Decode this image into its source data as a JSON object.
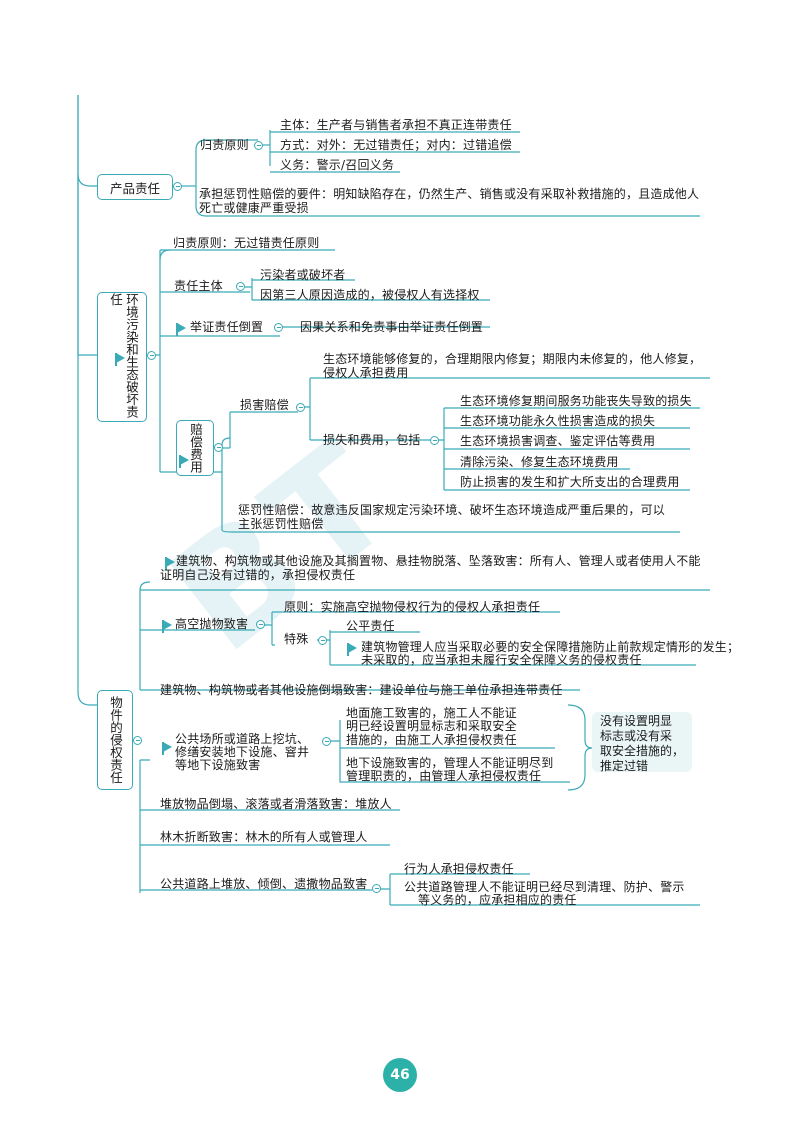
{
  "watermark": "BT",
  "page_number": "46",
  "product": {
    "title": "产品责任",
    "attribution": "归责原则",
    "subject": "主体：生产者与销售者承担不真正连带责任",
    "method": "方式：对外：无过错责任；对内：过错追偿",
    "duty": "义务：警示/召回义务",
    "punitive_1": "承担惩罚性赔偿的要件：明知缺陷存在，仍然生产、销售或没有采取补救措施的，且造成他人",
    "punitive_2": "死亡或健康严重受损"
  },
  "environment": {
    "title": "环境污染和生态破坏责任",
    "attribution": "归责原则：无过错责任原则",
    "subject": "责任主体",
    "subject_1": "污染者或破坏者",
    "subject_2": "因第三人原因造成的，被侵权人有选择权",
    "burden": "举证责任倒置",
    "burden_detail": "因果关系和免责事由举证责任倒置",
    "compensation": "赔偿费用",
    "damage": "损害赔偿",
    "repair_1": "生态环境能够修复的，合理期限内修复；期限内未修复的，他人修复，",
    "repair_2": "侵权人承担费用",
    "loss": "损失和费用，包括",
    "loss_items": [
      "生态环境修复期间服务功能丧失导致的损失",
      "生态环境功能永久性损害造成的损失",
      "生态环境损害调查、鉴定评估等费用",
      "清除污染、修复生态环境费用",
      "防止损害的发生和扩大所支出的合理费用"
    ],
    "punitive_1": "惩罚性赔偿：故意违反国家规定污染环境、破坏生态环境造成严重后果的，可以",
    "punitive_2": "主张惩罚性赔偿"
  },
  "objects": {
    "title": "物件的侵权责任",
    "fall_1": "建筑物、构筑物或其他设施及其搁置物、悬挂物脱落、坠落致害：所有人、管理人或者使用人不能",
    "fall_2": "证明自己没有过错的，承担侵权责任",
    "throw": "高空抛物致害",
    "throw_principle": "原则：实施高空抛物侵权行为的侵权人承担责任",
    "special": "特殊",
    "special_1": "公平责任",
    "special_2a": "建筑物管理人应当采取必要的安全保障措施防止前款规定情形的发生；",
    "special_2b": "未采取的，应当承担未履行安全保障义务的侵权责任",
    "collapse": "建筑物、构筑物或者其他设施倒塌致害：建设单位与施工单位承担连带责任",
    "dig_1": "公共场所或道路上挖坑、",
    "dig_2": "修缮安装地下设施、窨井",
    "dig_3": "等地下设施致害",
    "dig_a1": "地面施工致害的，施工人不能证",
    "dig_a2": "明已经设置明显标志和采取安全",
    "dig_a3": "措施的，由施工人承担侵权责任",
    "dig_b1": "地下设施致害的，管理人不能证明尽到",
    "dig_b2": "管理职责的，由管理人承担侵权责任",
    "note_1": "没有设置明显",
    "note_2": "标志或没有采",
    "note_3": "取安全措施的，",
    "note_4": "推定过错",
    "stack": "堆放物品倒塌、滚落或者滑落致害：堆放人",
    "tree": "林木折断致害：林木的所有人或管理人",
    "road": "公共道路上堆放、倾倒、遗撒物品致害",
    "road_1": "行为人承担侵权责任",
    "road_2a": "公共道路管理人不能证明已经尽到清理、防护、警示",
    "road_2b": "等义务的，应承担相应的责任"
  },
  "colors": {
    "accent": "#3aaab7",
    "page_badge": "#2cb1a8",
    "note_bg": "#eaf6f5"
  }
}
